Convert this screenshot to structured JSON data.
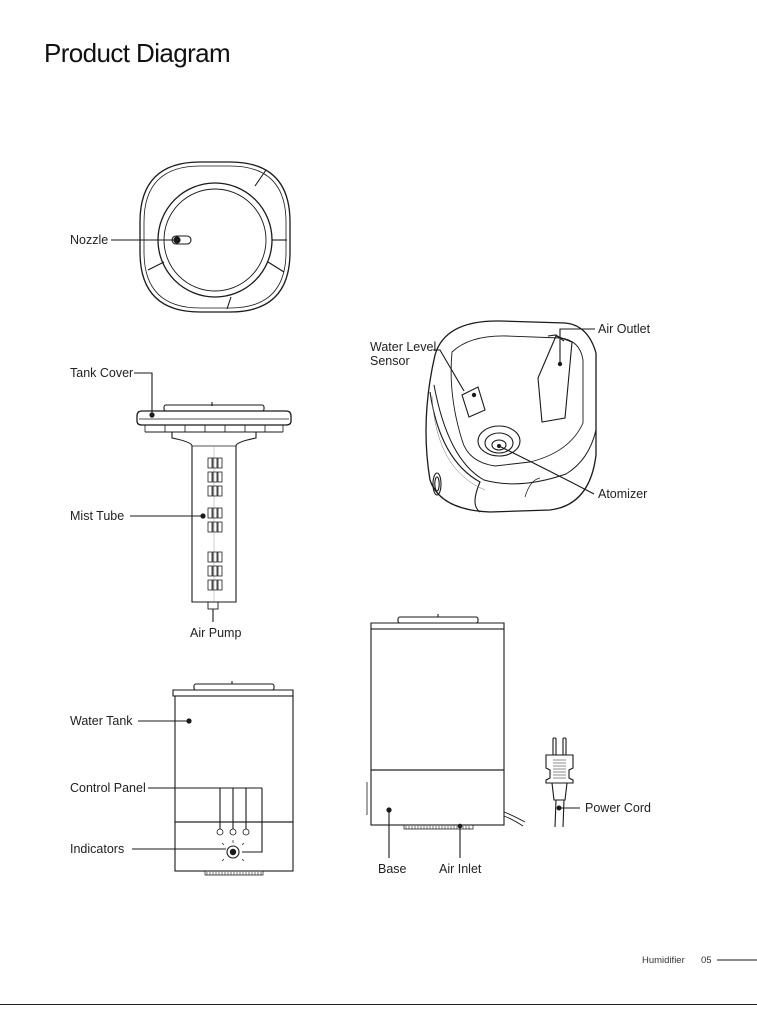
{
  "page": {
    "title": "Product Diagram"
  },
  "labels": {
    "nozzle": "Nozzle",
    "tank_cover": "Tank Cover",
    "mist_tube": "Mist Tube",
    "air_pump": "Air Pump",
    "water_tank": "Water Tank",
    "control_panel": "Control Panel",
    "indicators": "Indicators",
    "water_level_sensor": "Water Level Sensor",
    "air_outlet": "Air Outlet",
    "atomizer": "Atomizer",
    "power_cord": "Power Cord",
    "base": "Base",
    "air_inlet": "Air Inlet"
  },
  "footer": {
    "product": "Humidifier",
    "page_number": "05"
  }
}
